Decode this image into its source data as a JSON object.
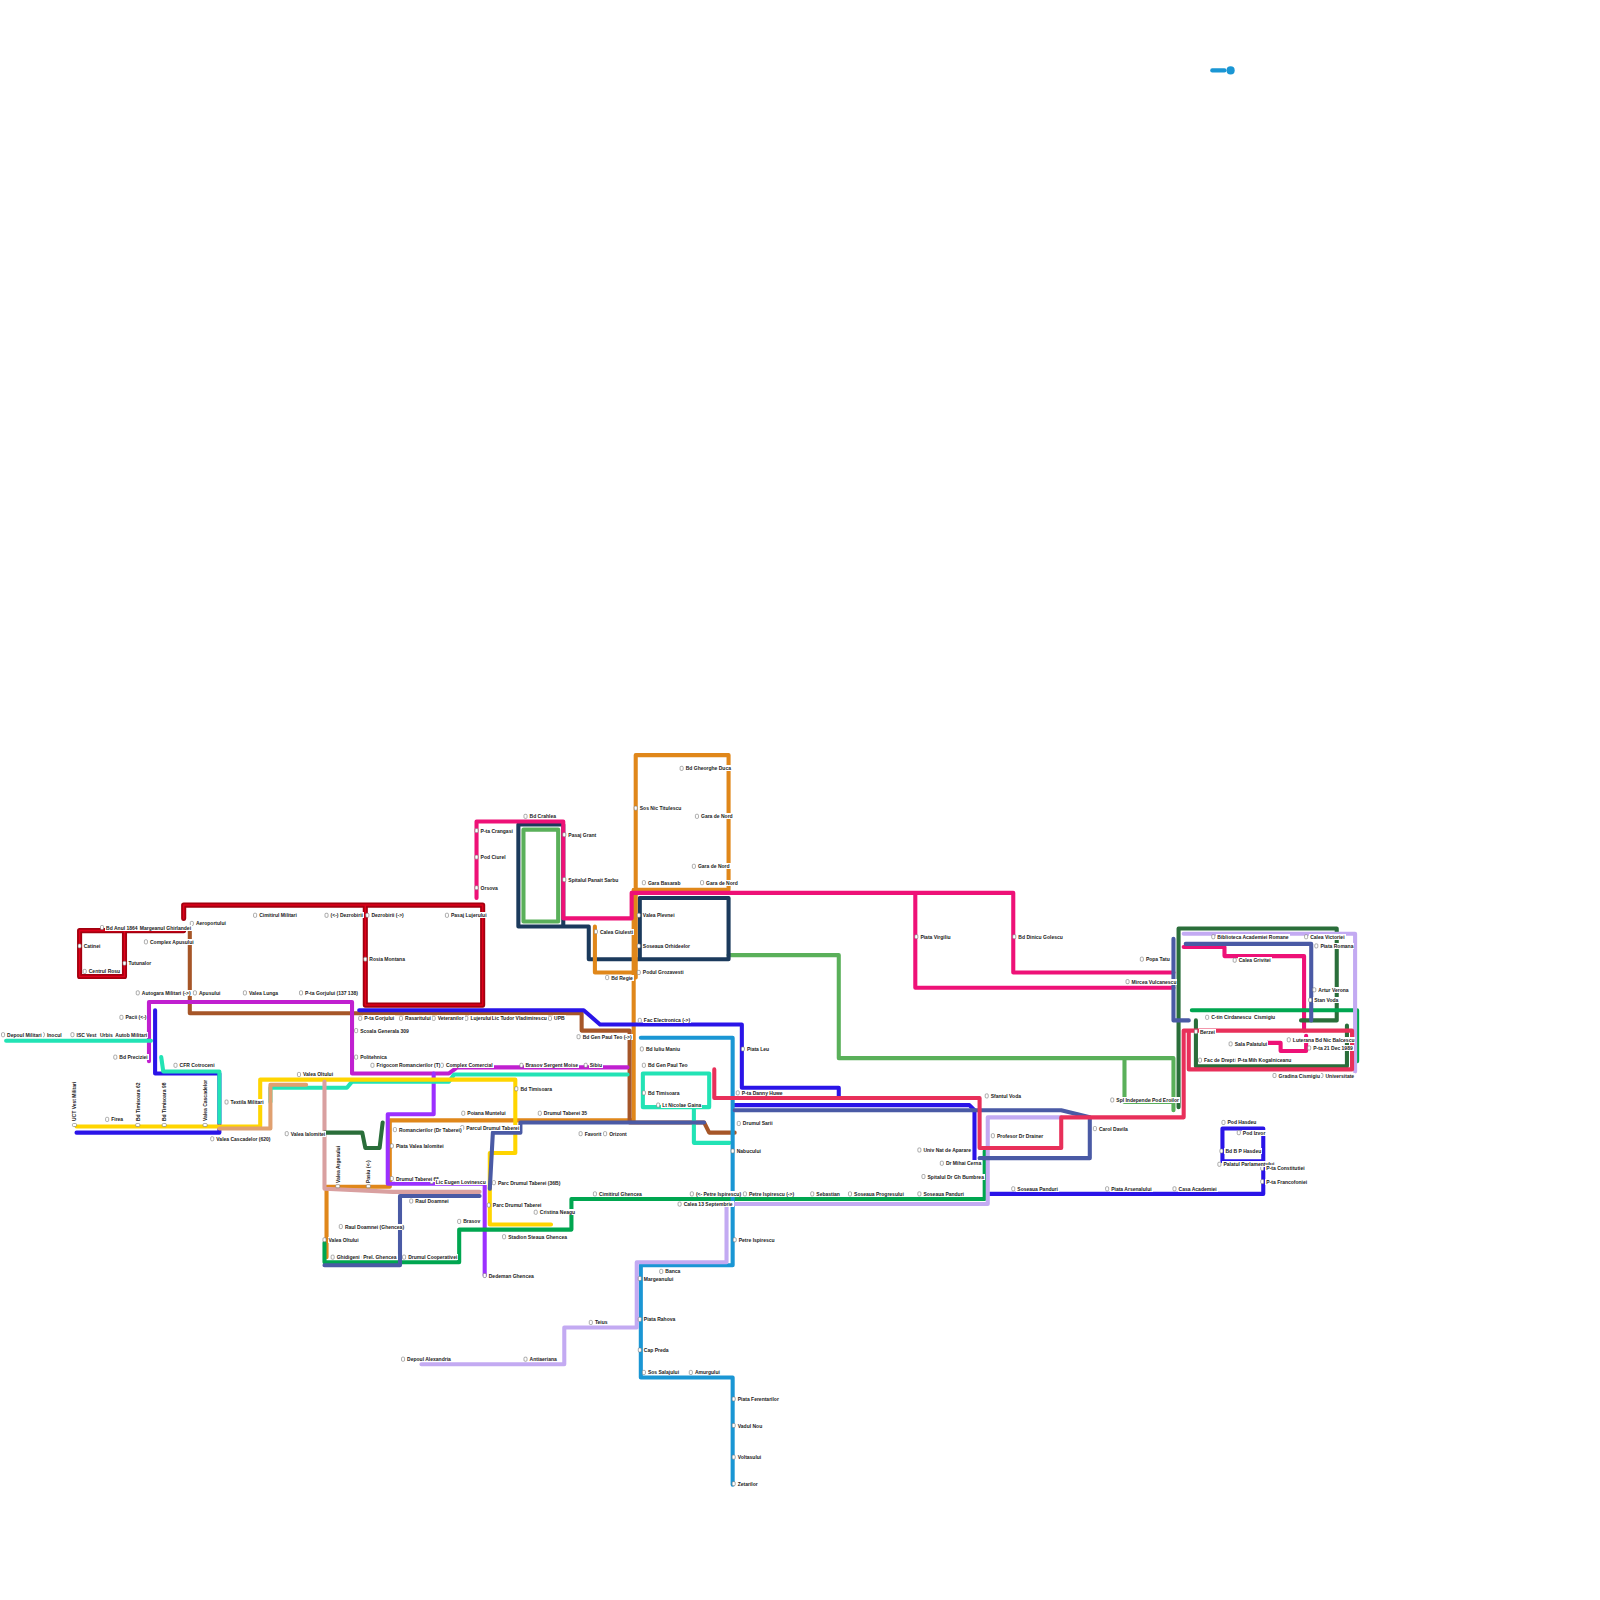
{
  "diagram": {
    "labels": [
      "Bd Gheorghe Duca",
      "Sos Nic Titulescu",
      "Gara de Nord",
      "Gara de Nord",
      "Gara Basarab",
      "Gara de Nord",
      "Bd Crahlea",
      "P-ta Crangasi",
      "Pod Ciurel",
      "Orsova",
      "Pasaj Grant",
      "Spitalul Panait Sarbu",
      "Calea Giulesti",
      "Valea Plevnei",
      "Soseaua Orhideelor",
      "Bd Regie",
      "Podul Grozavesti",
      "Piata Virgiliu",
      "Bd Dinicu Golescu",
      "Popa Tatu",
      "Mircea Vulcanescu",
      "Bd Anul 1864",
      "Margeanului",
      "Ghirlandei",
      "Aeroportului",
      "Cimitirul Militari",
      "(<-) Dezrobirii",
      "Dezrobirii (->)",
      "Pasaj Lujerului",
      "Complex Apusului",
      "Catinei",
      "Centrul Rosu",
      "Tutunalor",
      "Rosia Montana",
      "Autogara Militari (->)",
      "Apusului",
      "Valea Lunga",
      "P-ta Gorjului (137 138)",
      "Pacii (<-)",
      "P-ta Gorjului",
      "Rasaritului",
      "Veteranilor",
      "Lujerului",
      "Lic Tudor Vladimirescu",
      "UPB",
      "Bd Gen Paul Teo (->)",
      "Fac Electronica (->)",
      "Scoala Generala 309",
      "Bd Preciziei",
      "CFR Cotroceni",
      "Politehnica",
      "Frigocom",
      "Romancierilor (T)",
      "Complex Comercial",
      "Brasov",
      "Sergent Moise",
      "Sibiu",
      "Bd Timisoara",
      "Bd Iuliu Maniu",
      "Piata Leu",
      "Bd Gen Paul Teo",
      "Bd Timisoara",
      "Lt Nicolae Gaina",
      "P-ta Danny Huwe",
      "Drumul Sarii",
      "Valea Oltului",
      "Textila Militari",
      "Valea Cascadelor (620)",
      "UCT Vest Militari",
      "Bd Timisoara 62",
      "Bd Timisoara 98",
      "Valea Cascadelor",
      "Firea",
      "Depoul Militari",
      "Inocul",
      "ISC Vest",
      "Urbis",
      "Autob Militari",
      "Valea Ialomitei",
      "Romancierilor (Dr Taberei)",
      "Parcul Drumul Taberei",
      "Poiana Muntelui",
      "Drumul Taberei 35",
      "Favorit",
      "Orizont",
      "Piata Valea Ialomitei",
      "Valea Argesului",
      "Pasiu (<-)",
      "Drumul Taberei 65",
      "Lic Eugen Lovinescu",
      "Raul Doamnei",
      "Parc Drumul Taberei (36B)",
      "Parc Drumul Taberei",
      "Raul Doamnei (Ghencea)",
      "Valea Oltului",
      "Ghidigeni",
      "Prel. Ghencea",
      "Drumul Cooperativei",
      "Brasov",
      "Stadion Steaua",
      "Ghencea",
      "Cristina Neagu",
      "Cimitirul Ghencea",
      "Dedeman Ghencea",
      "(<- Petre Ispirescu)",
      "Calea 13 Septembrie",
      "Petre Ispirescu (->)",
      "Sebastian",
      "Soseaua Progresului",
      "Soseaua Panduri",
      "Petre Ispirescu",
      "Nabucului",
      "Univ Nat de Aparare",
      "Dr Mihai Cerna",
      "Spitalul Dr Gh Bumbrea",
      "Soseaua Panduri",
      "Piata Arsenalului",
      "Casa Academiei",
      "Profesor Dr Drainer",
      "Sfantul Voda",
      "Carol Davila",
      "Spl Independentei",
      "Pod Eroilor",
      "Berzei",
      "Fac de Drept",
      "P-ta Mih Kogalniceanu",
      "Gradina Cismigiu",
      "Universitate",
      "Sala Palatului",
      "Luterana",
      "Bd Nic Balcescu",
      "P-ta 21 Dec 1989",
      "C-tin Cirdanescu",
      "Cismigiu",
      "Artur Verona",
      "Stan Voda",
      "Biblioteca Academiei Romane",
      "Calea Victoriei",
      "Piata Romana",
      "Calea Grivitei",
      "Pod Hasdeu",
      "Pod Izvor",
      "Bd B P Hasdeu",
      "Palatul Parlamentului",
      "P-ta Constitutiei",
      "P-ta Francofoniei",
      "Banca",
      "Margeanului",
      "Piata Rahova",
      "Cap Preda",
      "Sos Salajului",
      "Amurgului",
      "Piata Ferentarilor",
      "Vadul Nou",
      "Voltasului",
      "Zetarilor",
      "Teius",
      "Antiaeriana",
      "Depoul Alexandria"
    ]
  }
}
